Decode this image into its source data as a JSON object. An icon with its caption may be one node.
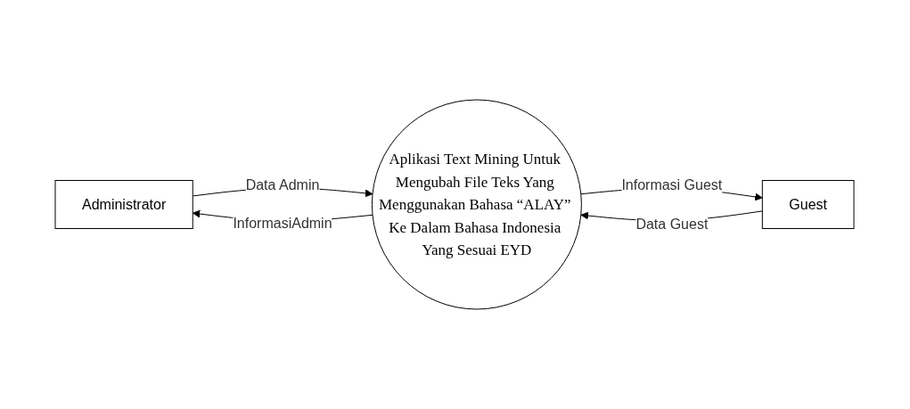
{
  "diagram": {
    "nodes": [
      {
        "text": [
          "Administrator"
        ]
      },
      {
        "text": [
          "Guest"
        ]
      },
      {
        "text": [
          "Aplikasi Text Mining Untuk Mengubah File Teks Yang Menggunakan Bahasa “ALAY” Ke Dalam Bahasa Indonesia Yang Sesuai EYD"
        ]
      }
    ],
    "edges": [
      {
        "from": 2,
        "to": 0,
        "arrow": "to",
        "label": "InformasiAdmin"
      },
      {
        "from": 2,
        "to": 1,
        "arrow": "to",
        "label": "Informasi Guest"
      },
      {
        "from": 0,
        "to": 2,
        "arrow": "to",
        "label": "Data Admin"
      },
      {
        "from": 1,
        "to": 2,
        "arrow": "to",
        "label": "Data Guest"
      }
    ]
  }
}
